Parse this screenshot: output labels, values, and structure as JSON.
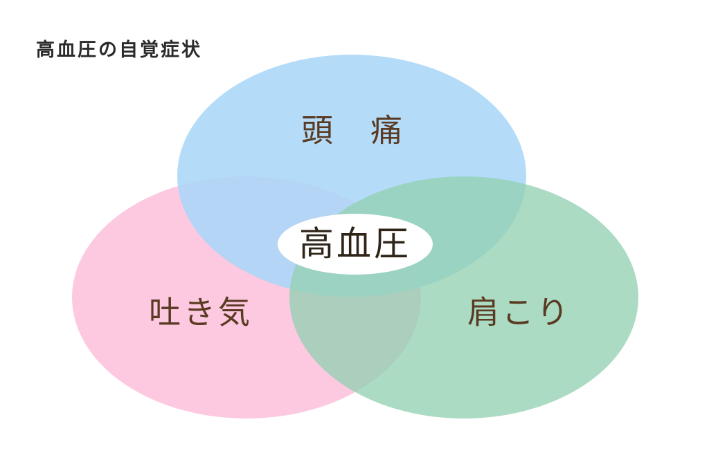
{
  "title": "高血圧の自覚症状",
  "center": {
    "label": "高血圧",
    "color": "#ffffff",
    "text_color": "#2e2418"
  },
  "circles": [
    {
      "label": "頭　痛",
      "color": "#a8d6f8",
      "text_color": "#5a3a22"
    },
    {
      "label": "吐き気",
      "color": "#fcc6de",
      "text_color": "#5a3a22"
    },
    {
      "label": "肩こり",
      "color": "#94d1b2",
      "text_color": "#5a3a22"
    }
  ]
}
